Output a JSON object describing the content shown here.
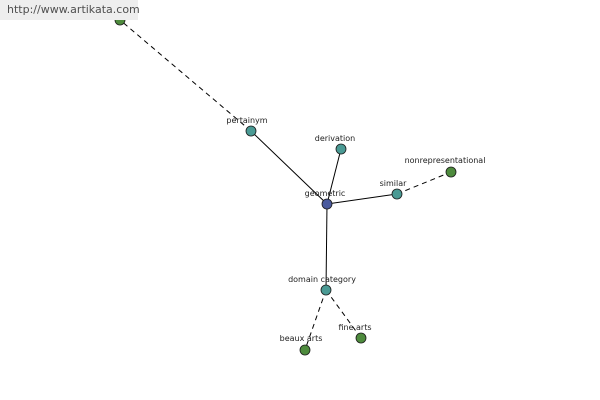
{
  "source_url": "http://www.artikata.com",
  "colors": {
    "center_node": "#4a5a9e",
    "relation_node": "#4a9a94",
    "leaf_node": "#4e8b3d",
    "edge": "#000000"
  },
  "nodes": [
    {
      "id": "geometric",
      "label": "geometric",
      "kind": "center"
    },
    {
      "id": "pertainym",
      "label": "pertainym",
      "kind": "relation"
    },
    {
      "id": "derivation",
      "label": "derivation",
      "kind": "relation"
    },
    {
      "id": "similar",
      "label": "similar",
      "kind": "relation"
    },
    {
      "id": "domain_category",
      "label": "domain category",
      "kind": "relation"
    },
    {
      "id": "nonrepresentational",
      "label": "nonrepresentational",
      "kind": "leaf"
    },
    {
      "id": "beaux_arts",
      "label": "beaux arts",
      "kind": "leaf"
    },
    {
      "id": "fine_arts",
      "label": "fine arts",
      "kind": "leaf"
    },
    {
      "id": "geometry",
      "label": "",
      "kind": "leaf"
    }
  ],
  "edges": [
    {
      "from": "geometric",
      "to": "pertainym",
      "style": "solid"
    },
    {
      "from": "geometric",
      "to": "derivation",
      "style": "solid"
    },
    {
      "from": "geometric",
      "to": "similar",
      "style": "solid"
    },
    {
      "from": "geometric",
      "to": "domain_category",
      "style": "solid"
    },
    {
      "from": "pertainym",
      "to": "geometry",
      "style": "dashed"
    },
    {
      "from": "similar",
      "to": "nonrepresentational",
      "style": "dashed"
    },
    {
      "from": "domain_category",
      "to": "beaux_arts",
      "style": "dashed"
    },
    {
      "from": "domain_category",
      "to": "fine_arts",
      "style": "dashed"
    }
  ]
}
